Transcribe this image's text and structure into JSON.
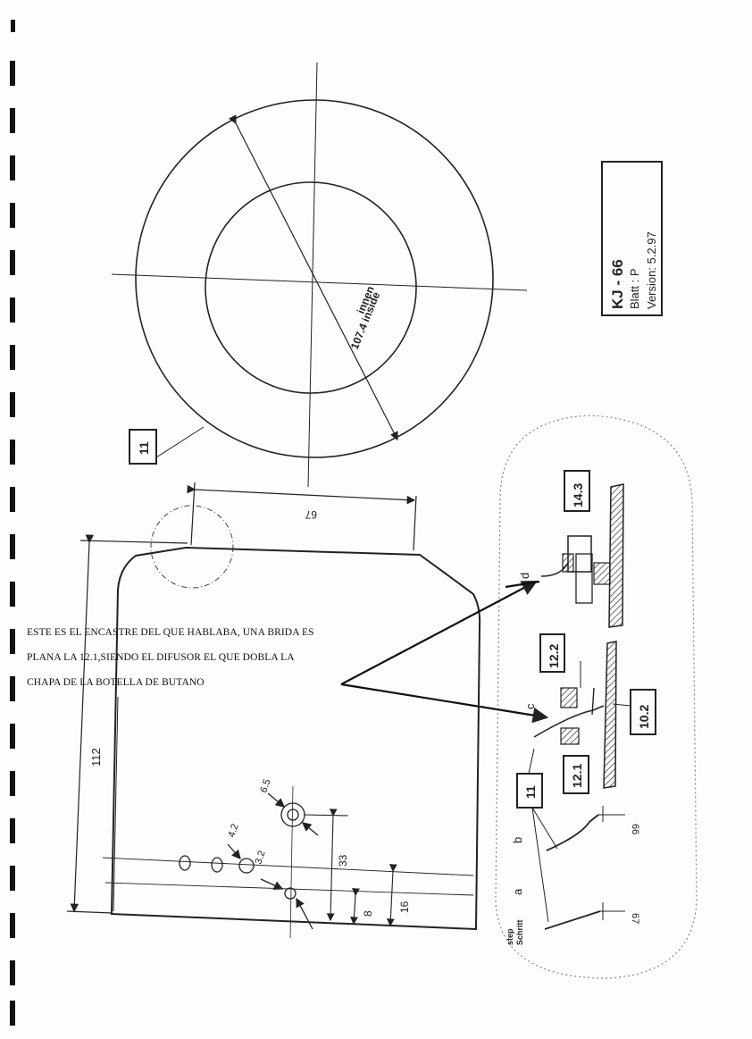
{
  "title_block": {
    "code": "KJ - 66",
    "sheet": "Blatt :   P",
    "version": "Version: 5.2.97"
  },
  "labels": {
    "inner_diameter": "107.4 inside",
    "inner_diameter_de": "innen",
    "part_11": "11",
    "part_14_3": "14.3",
    "part_12_2": "12.2",
    "part_12_1": "12.1",
    "part_10_2": "10.2",
    "part_11_detail": "11"
  },
  "dimensions": {
    "width_67": "67",
    "height_112": "112",
    "d_6_5": "6.5",
    "d_4_2": "4.2",
    "d_3_2": "3.2",
    "dim_33": "33",
    "dim_8": "8",
    "dim_16": "16",
    "step_b_66": "66",
    "step_a_67": "67"
  },
  "steps": {
    "step_d": "d",
    "step_c": "c",
    "step_b": "b",
    "step_a": "a",
    "step_word": "step",
    "schritt_word": "Schritt"
  },
  "note": {
    "line1": "ESTE ES EL ENCASTRE DEL QUE HABLABA, UNA BRIDA ES",
    "line2": "PLANA LA 12.1,SIENDO EL DIFUSOR EL QUE DOBLA LA",
    "line3": "CHAPA DE LA BOTELLA DE BUTANO"
  }
}
